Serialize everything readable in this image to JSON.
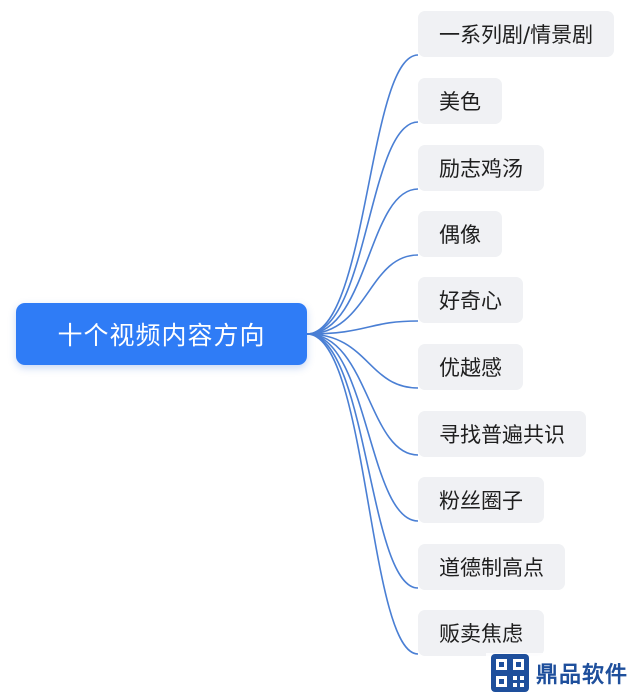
{
  "root": {
    "label": "十个视频内容方向"
  },
  "branches": [
    {
      "label": "一系列剧/情景剧"
    },
    {
      "label": "美色"
    },
    {
      "label": "励志鸡汤"
    },
    {
      "label": "偶像"
    },
    {
      "label": "好奇心"
    },
    {
      "label": "优越感"
    },
    {
      "label": "寻找普遍共识"
    },
    {
      "label": "粉丝圈子"
    },
    {
      "label": "道德制高点"
    },
    {
      "label": "贩卖焦虑"
    }
  ],
  "watermark": {
    "text": "鼎品软件",
    "logo_icon": "qr-code-logo-icon"
  },
  "colors": {
    "root_fill": "#2f7cf6",
    "connector": "#4a7fd4",
    "branch_fill": "#f0f1f4",
    "watermark_text": "#1e4f9c"
  }
}
